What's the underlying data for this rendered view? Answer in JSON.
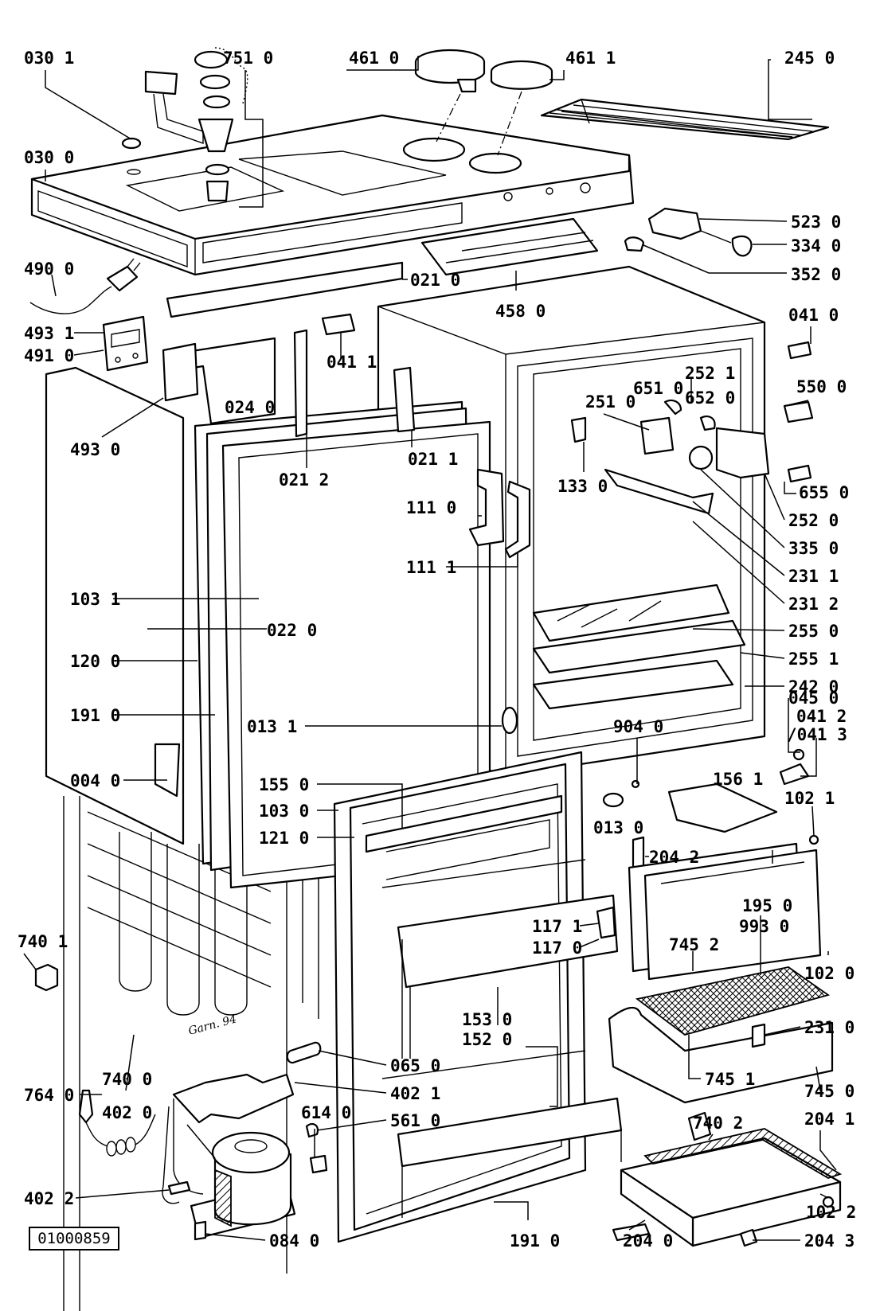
{
  "document_ref": "01000859",
  "draftsman_signature": "Garn. 94",
  "part_labels": [
    {
      "id": "p0301",
      "text": "030 1"
    },
    {
      "id": "p7510",
      "text": "751 0"
    },
    {
      "id": "p4610",
      "text": "461 0"
    },
    {
      "id": "p4611",
      "text": "461 1"
    },
    {
      "id": "p2450",
      "text": "245 0"
    },
    {
      "id": "p0300",
      "text": "030 0"
    },
    {
      "id": "p5230",
      "text": "523 0"
    },
    {
      "id": "p3340",
      "text": "334 0"
    },
    {
      "id": "p3520",
      "text": "352 0"
    },
    {
      "id": "p4900",
      "text": "490 0"
    },
    {
      "id": "p0210",
      "text": "021 0"
    },
    {
      "id": "p4580",
      "text": "458 0"
    },
    {
      "id": "p0410",
      "text": "041 0"
    },
    {
      "id": "p4931",
      "text": "493 1"
    },
    {
      "id": "p4910",
      "text": "491 0"
    },
    {
      "id": "p0411",
      "text": "041 1"
    },
    {
      "id": "p0240",
      "text": "024 0"
    },
    {
      "id": "p2521",
      "text": "252 1"
    },
    {
      "id": "p6510",
      "text": "651 0"
    },
    {
      "id": "p6520",
      "text": "652 0"
    },
    {
      "id": "p2510",
      "text": "251 0"
    },
    {
      "id": "p5500",
      "text": "550 0"
    },
    {
      "id": "p4930",
      "text": "493 0"
    },
    {
      "id": "p0211",
      "text": "021 1"
    },
    {
      "id": "p0212",
      "text": "021 2"
    },
    {
      "id": "p1330",
      "text": "133 0"
    },
    {
      "id": "p6550",
      "text": "655 0"
    },
    {
      "id": "p1110",
      "text": "111 0"
    },
    {
      "id": "p2520",
      "text": "252 0"
    },
    {
      "id": "p3350",
      "text": "335 0"
    },
    {
      "id": "p1111",
      "text": "111 1"
    },
    {
      "id": "p2311",
      "text": "231 1"
    },
    {
      "id": "p1031",
      "text": "103 1"
    },
    {
      "id": "p2312",
      "text": "231 2"
    },
    {
      "id": "p0220",
      "text": "022 0"
    },
    {
      "id": "p2550",
      "text": "255 0"
    },
    {
      "id": "p2551",
      "text": "255 1"
    },
    {
      "id": "p1200",
      "text": "120 0"
    },
    {
      "id": "p2420",
      "text": "242 0"
    },
    {
      "id": "p1910",
      "text": "191 0"
    },
    {
      "id": "p0450",
      "text": "045 0"
    },
    {
      "id": "p0412",
      "text": "041 2"
    },
    {
      "id": "p0413",
      "text": "/041 3"
    },
    {
      "id": "p0131",
      "text": "013 1"
    },
    {
      "id": "p9040",
      "text": "904 0"
    },
    {
      "id": "p0040",
      "text": "004 0"
    },
    {
      "id": "p1561",
      "text": "156 1"
    },
    {
      "id": "p1550",
      "text": "155 0"
    },
    {
      "id": "p1030",
      "text": "103 0"
    },
    {
      "id": "p1021",
      "text": "102 1"
    },
    {
      "id": "p0130",
      "text": "013 0"
    },
    {
      "id": "p1210",
      "text": "121 0"
    },
    {
      "id": "p2042",
      "text": "204 2"
    },
    {
      "id": "p1950",
      "text": "195 0"
    },
    {
      "id": "p1171",
      "text": "117 1"
    },
    {
      "id": "p9930",
      "text": "993 0"
    },
    {
      "id": "p1170",
      "text": "117 0"
    },
    {
      "id": "p7452",
      "text": "745 2"
    },
    {
      "id": "p1020",
      "text": "102 0"
    },
    {
      "id": "p7401",
      "text": "740 1"
    },
    {
      "id": "p1530",
      "text": "153 0"
    },
    {
      "id": "p1520",
      "text": "152 0"
    },
    {
      "id": "p2310",
      "text": "231 0"
    },
    {
      "id": "p0650",
      "text": "065 0"
    },
    {
      "id": "p7451",
      "text": "745 1"
    },
    {
      "id": "p7400",
      "text": "740 0"
    },
    {
      "id": "p4021",
      "text": "402 1"
    },
    {
      "id": "p7450",
      "text": "745 0"
    },
    {
      "id": "p7640",
      "text": "764 0"
    },
    {
      "id": "p5610",
      "text": "561 0"
    },
    {
      "id": "p4020",
      "text": "402 0"
    },
    {
      "id": "p6140",
      "text": "614 0"
    },
    {
      "id": "p2041",
      "text": "204 1"
    },
    {
      "id": "p7402",
      "text": "740 2"
    },
    {
      "id": "p4022",
      "text": "402 2"
    },
    {
      "id": "p1022",
      "text": "102 2"
    },
    {
      "id": "p0840",
      "text": "084 0"
    },
    {
      "id": "p1911",
      "text": "191 0"
    },
    {
      "id": "p2040",
      "text": "204 0"
    },
    {
      "id": "p2043",
      "text": "204 3"
    }
  ]
}
